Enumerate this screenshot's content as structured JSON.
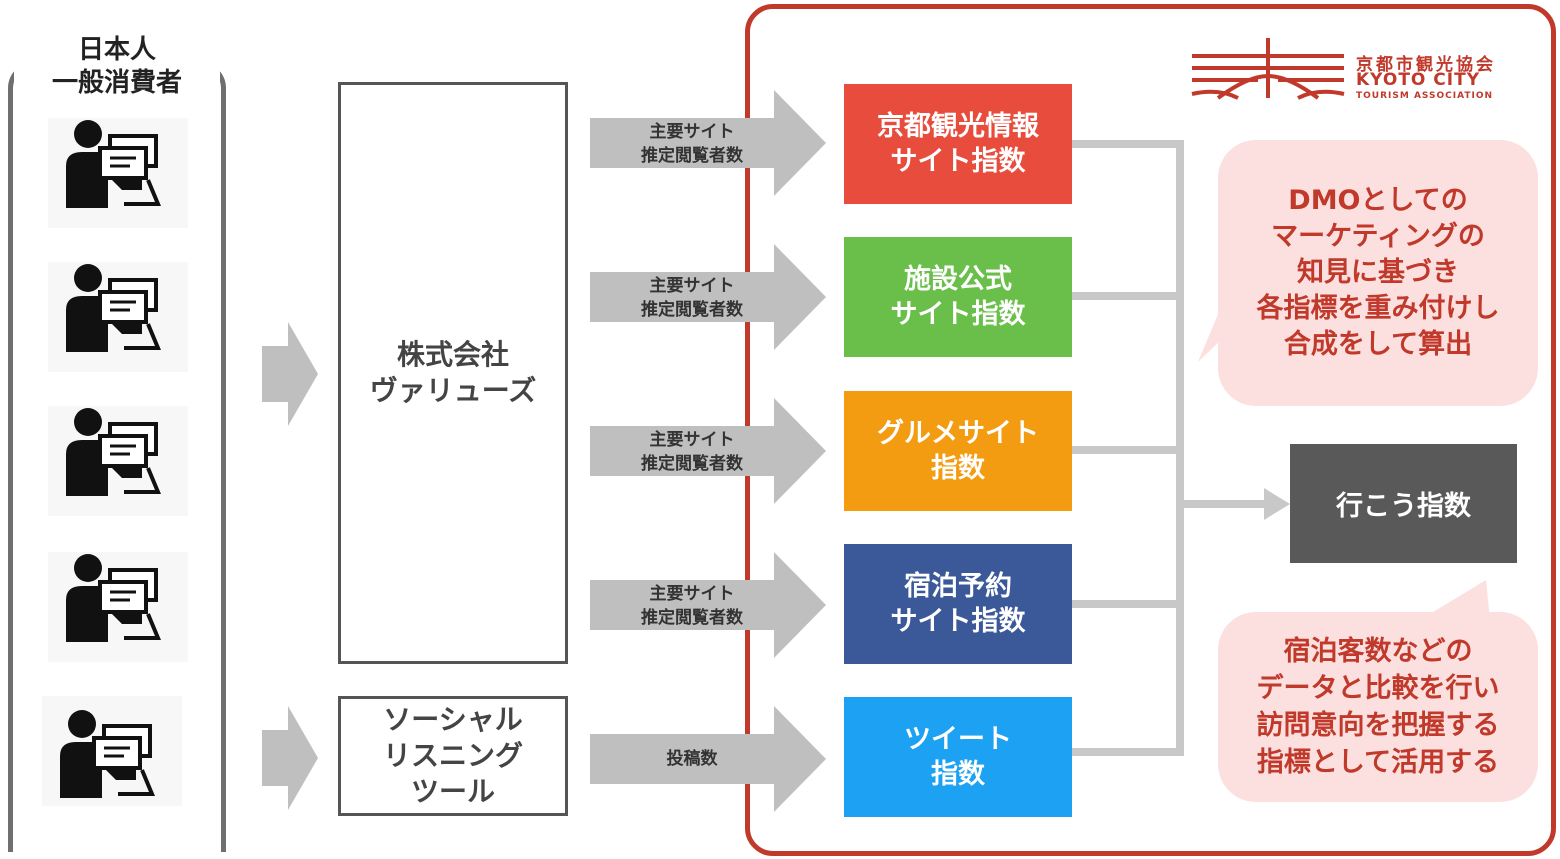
{
  "consumers": {
    "title_line1": "日本人",
    "title_line2": "一般消費者"
  },
  "sources": {
    "values_company_line1": "株式会社",
    "values_company_line2": "ヴァリューズ",
    "social_tool_line1": "ソーシャル",
    "social_tool_line2": "リスニング",
    "social_tool_line3": "ツール"
  },
  "arrow_labels": [
    {
      "line1": "主要サイト",
      "line2": "推定閲覧者数"
    },
    {
      "line1": "主要サイト",
      "line2": "推定閲覧者数"
    },
    {
      "line1": "主要サイト",
      "line2": "推定閲覧者数"
    },
    {
      "line1": "主要サイト",
      "line2": "推定閲覧者数"
    },
    {
      "line1": "投稿数",
      "line2": ""
    }
  ],
  "indices": [
    {
      "line1": "京都観光情報",
      "line2": "サイト指数",
      "color": "#e74c3c"
    },
    {
      "line1": "施設公式",
      "line2": "サイト指数",
      "color": "#6abf4b"
    },
    {
      "line1": "グルメサイト",
      "line2": "指数",
      "color": "#f39c12"
    },
    {
      "line1": "宿泊予約",
      "line2": "サイト指数",
      "color": "#3b5998"
    },
    {
      "line1": "ツイート",
      "line2": "指数",
      "color": "#1da1f2"
    }
  ],
  "result": {
    "label": "行こう指数"
  },
  "logo": {
    "jp": "京都市観光協会",
    "en_line1": "KYOTO CITY",
    "en_line2": "TOURISM ASSOCIATION",
    "color": "#c0392b"
  },
  "bubbles": {
    "top": [
      "DMOとしての",
      "マーケティングの",
      "知見に基づき",
      "各指標を重み付けし",
      "合成をして算出"
    ],
    "bottom": [
      "宿泊客数などの",
      "データと比較を行い",
      "訪問意向を把握する",
      "指標として活用する"
    ]
  },
  "colors": {
    "frame_red": "#c0392b",
    "arrow_gray": "#bfbfbf",
    "connector_gray": "#c8c8c8",
    "result_gray": "#595959",
    "bubble_pink": "#fbe0df"
  }
}
